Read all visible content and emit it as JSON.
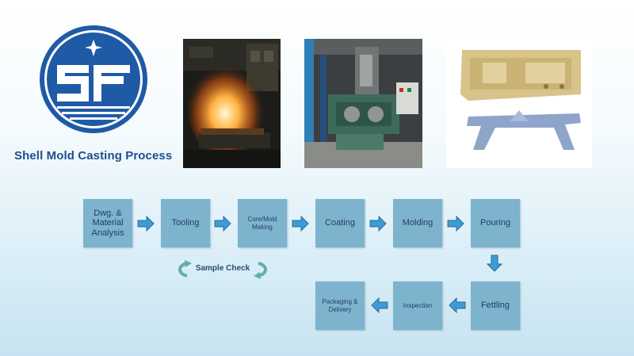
{
  "header": {
    "title": "Shell Mold Casting Process"
  },
  "photos": [
    {
      "name": "furnace-fire-photo"
    },
    {
      "name": "shell-molding-machine-photo"
    },
    {
      "name": "shell-mold-and-casting-parts-photo"
    }
  ],
  "process": {
    "steps": [
      {
        "id": "dwg",
        "label": "Dwg. &\nMaterial\nAnalysis"
      },
      {
        "id": "tooling",
        "label": "Tooling"
      },
      {
        "id": "core",
        "label": "Core/Mold\nMaking"
      },
      {
        "id": "coating",
        "label": "Coating"
      },
      {
        "id": "molding",
        "label": "Molding"
      },
      {
        "id": "pouring",
        "label": "Pouring"
      },
      {
        "id": "fettling",
        "label": "Fettling"
      },
      {
        "id": "inspection",
        "label": "Inspection"
      },
      {
        "id": "packaging",
        "label": "Packaging &\nDelivery"
      }
    ],
    "sample_check_label": "Sample Check"
  },
  "colors": {
    "box": "#7eb3cd",
    "arrow": "#3d9cd6",
    "title": "#1d4f8e",
    "logo": "#1f5aa6"
  }
}
